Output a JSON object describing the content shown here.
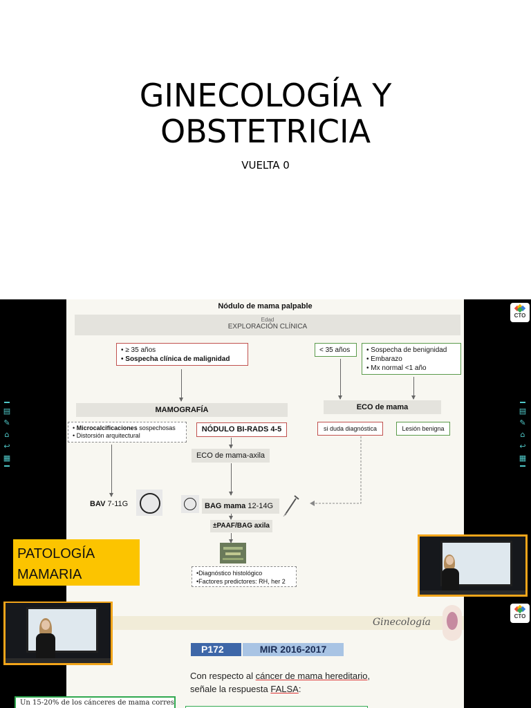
{
  "page": {
    "title_line1": "GINECOLOGÍA Y",
    "title_line2": "OBSTETRICIA",
    "subtitle": "VUELTA 0"
  },
  "slide1": {
    "heading": "Nódulo de mama palpable",
    "band_small": "Edad",
    "band_title": "EXPLORACIÓN CLÍNICA",
    "left_box": {
      "line1": "• ≥ 35 años",
      "line2": "• Sospecha clínica de malignidad"
    },
    "age_under": "< 35 años",
    "right_box": {
      "line1": "• Sospecha de benignidad",
      "line2": "• Embarazo",
      "line3": "• Mx normal <1 año"
    },
    "mamografia": "MAMOGRAFÍA",
    "eco_mama": "ECO de mama",
    "micro_box": {
      "line1_bold": "Microcalcificaciones",
      "line1_rest": " sospechosas",
      "line2": "• Distorsión arquitectural"
    },
    "nodulo": "NÓDULO BI-RADS 4-5",
    "si_duda": "si duda diagnóstica",
    "lesion": "Lesión benigna",
    "eco_axila": "ECO de mama-axila",
    "bav_bold": "BAV",
    "bav_rest": " 7-11G",
    "bag_bold": "BAG mama",
    "bag_rest": " 12-14G",
    "paaf": "±PAAF/BAG axila",
    "dx_box": {
      "line1": "•Diagnóstico histológico",
      "line2": "•Factores predictores: RH, her 2"
    }
  },
  "logo_text": "CTO",
  "topic_label": {
    "line1": "PATOLOGÍA",
    "line2": "MAMARIA"
  },
  "toolbar_icons": [
    "clipboard-icon",
    "pencil-icon",
    "home-icon",
    "back-icon",
    "grid-icon"
  ],
  "slide2": {
    "brand_script": "Ginecología",
    "question_number": "P172",
    "exam": "MIR 2016-2017",
    "question_line1_pre": "Con respecto al ",
    "question_line1_link": "cáncer de mama hereditario",
    "question_line1_post": ",",
    "question_line2_pre": "señale la respuesta ",
    "question_line2_link": "FALSA",
    "question_line2_post": ":",
    "answer_snippet": "Un 15-20% de los cánceres de mama corres-"
  },
  "colors": {
    "accent_yellow": "#fcc400",
    "camera_border": "#f2a51a",
    "box_red": "#c0504d",
    "box_green": "#5a9a4a",
    "toolbar_teal": "#4fc8c8"
  }
}
